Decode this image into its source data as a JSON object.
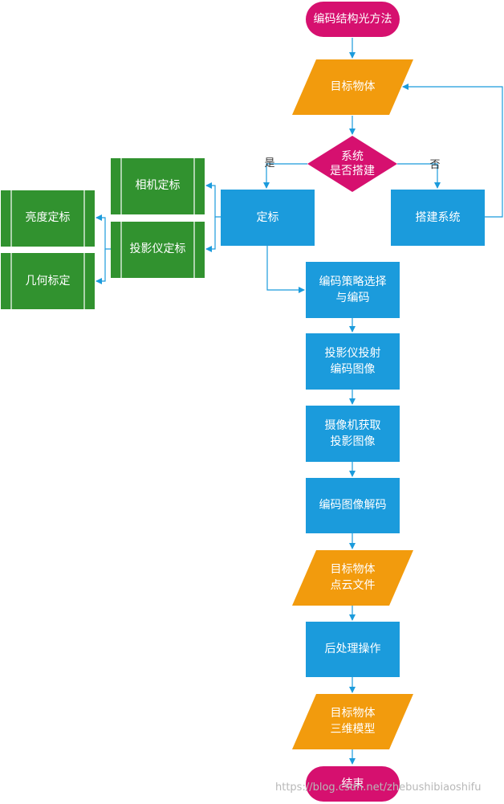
{
  "colors": {
    "pink": "#d6106f",
    "orange": "#f29b0d",
    "blue": "#1b9bdc",
    "green": "#31922f",
    "arrow": "#1b9bdc",
    "text": "#ffffff"
  },
  "nodes": {
    "start": {
      "lines": [
        "编码结构光方法"
      ]
    },
    "object": {
      "lines": [
        "目标物体"
      ]
    },
    "decision": {
      "lines": [
        "系统",
        "是否搭建"
      ]
    },
    "calib": {
      "lines": [
        "定标"
      ]
    },
    "build": {
      "lines": [
        "搭建系统"
      ]
    },
    "camcal": {
      "lines": [
        "相机定标"
      ]
    },
    "projcal": {
      "lines": [
        "投影仪定标"
      ]
    },
    "bright": {
      "lines": [
        "亮度定标"
      ]
    },
    "geom": {
      "lines": [
        "几何标定"
      ]
    },
    "encode": {
      "lines": [
        "编码策略选择",
        "与编码"
      ]
    },
    "project": {
      "lines": [
        "投影仪投射",
        "编码图像"
      ]
    },
    "capture": {
      "lines": [
        "摄像机获取",
        "投影图像"
      ]
    },
    "decode": {
      "lines": [
        "编码图像解码"
      ]
    },
    "cloud": {
      "lines": [
        "目标物体",
        "点云文件"
      ]
    },
    "post": {
      "lines": [
        "后处理操作"
      ]
    },
    "model": {
      "lines": [
        "目标物体",
        "三维模型"
      ]
    },
    "end": {
      "lines": [
        "结束"
      ]
    }
  },
  "edge_labels": {
    "yes": "是",
    "no": "否"
  },
  "watermark": "https://blog.csdn.net/zhebushibiaoshifu"
}
